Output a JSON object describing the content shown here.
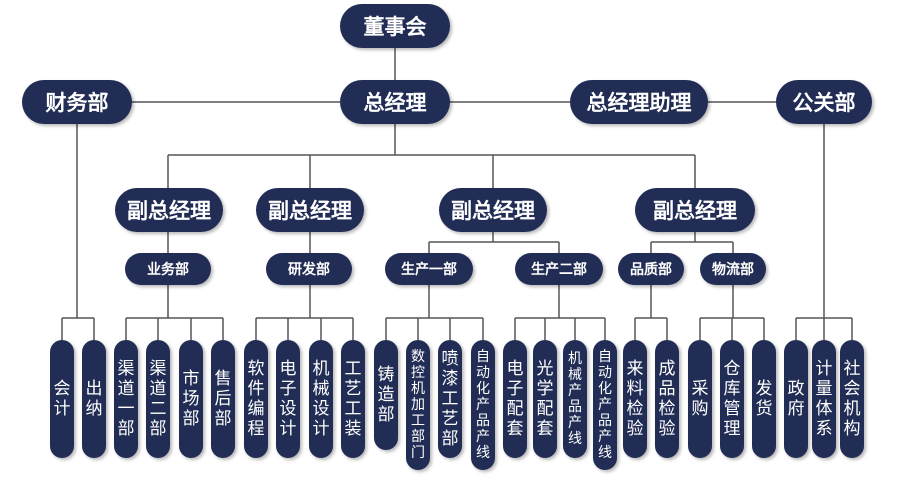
{
  "title": "组织架构图",
  "colors": {
    "node": "#222d55",
    "text": "#ffffff",
    "line": "#555555"
  },
  "top": {
    "board": "董事会",
    "gm": "总经理",
    "finance": "财务部",
    "gm_assistant": "总经理助理",
    "pr": "公关部"
  },
  "finance_children": [
    "会计",
    "出纳"
  ],
  "pr_children": [
    "政府",
    "计量体系",
    "社会机构"
  ],
  "vice_gms": [
    {
      "label": "副总经理",
      "departments": [
        {
          "label": "业务部",
          "children": [
            "渠道一部",
            "渠道二部",
            "市场部",
            "售后部"
          ]
        }
      ]
    },
    {
      "label": "副总经理",
      "departments": [
        {
          "label": "研发部",
          "children": [
            "软件编程",
            "电子设计",
            "机械设计",
            "工艺工装"
          ]
        }
      ]
    },
    {
      "label": "副总经理",
      "departments": [
        {
          "label": "生产一部",
          "children": [
            "铸造部",
            "数控机加工部门",
            "喷漆工艺部",
            "自动化产品产线"
          ]
        },
        {
          "label": "生产二部",
          "children": [
            "电子配套",
            "光学配套",
            "机械产品产线",
            "自动化产品产线"
          ]
        }
      ]
    },
    {
      "label": "副总经理",
      "departments": [
        {
          "label": "品质部",
          "children": [
            "来料检验",
            "成品检验"
          ]
        },
        {
          "label": "物流部",
          "children": [
            "采购",
            "仓库管理",
            "发货"
          ]
        }
      ]
    }
  ]
}
